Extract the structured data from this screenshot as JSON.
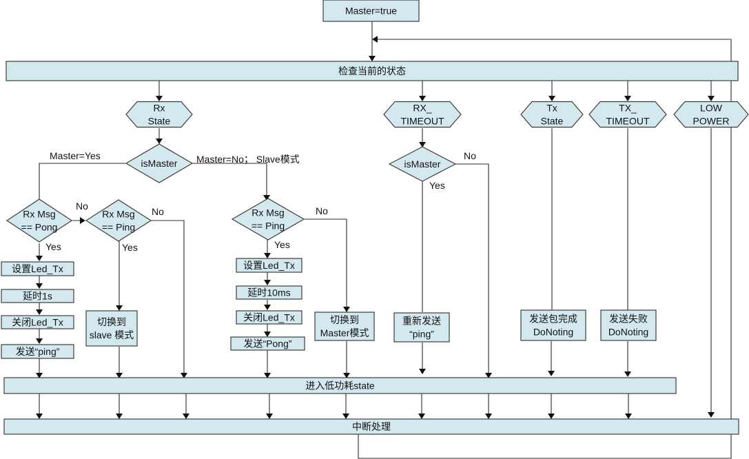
{
  "diagram": {
    "colors": {
      "node_fill": "#d3e9ef",
      "stroke": "#3c3c3c",
      "line": "#2b2b2b"
    },
    "start": {
      "label": "Master=true"
    },
    "check_state_bar": {
      "label": "检查当前的状态"
    },
    "low_power_bar": {
      "label": "进入低功耗state"
    },
    "interrupt_bar": {
      "label": "中断处理"
    },
    "states": [
      {
        "id": "rx",
        "lines": [
          "Rx",
          "State"
        ]
      },
      {
        "id": "rx_timeout",
        "lines": [
          "RX_",
          "TIMEOUT"
        ]
      },
      {
        "id": "tx",
        "lines": [
          "Tx",
          "State"
        ]
      },
      {
        "id": "tx_timeout",
        "lines": [
          "TX_",
          "TIMEOUT"
        ]
      },
      {
        "id": "low_power",
        "lines": [
          "LOW",
          "POWER"
        ]
      }
    ],
    "decisions": [
      {
        "id": "rx_ismaster",
        "lines": [
          "isMaster"
        ]
      },
      {
        "id": "pong_check",
        "lines": [
          "Rx Msg",
          "== Pong"
        ]
      },
      {
        "id": "ping_check_master",
        "lines": [
          "Rx Msg",
          "== Ping"
        ]
      },
      {
        "id": "ping_check_slave",
        "lines": [
          "Rx Msg",
          "== Ping"
        ]
      },
      {
        "id": "rxto_ismaster",
        "lines": [
          "isMaster"
        ]
      }
    ],
    "processes": [
      {
        "id": "m_set_led",
        "lines": [
          "设置Led_Tx"
        ]
      },
      {
        "id": "m_delay",
        "lines": [
          "延时1s"
        ]
      },
      {
        "id": "m_close_led",
        "lines": [
          "关闭Led_Tx"
        ]
      },
      {
        "id": "m_send_ping",
        "lines": [
          "发送“ping”"
        ]
      },
      {
        "id": "to_slave",
        "lines": [
          "切换到",
          "slave 模式"
        ]
      },
      {
        "id": "s_set_led",
        "lines": [
          "设置Led_Tx"
        ]
      },
      {
        "id": "s_delay",
        "lines": [
          "延时10ms"
        ]
      },
      {
        "id": "s_close_led",
        "lines": [
          "关闭Led_Tx"
        ]
      },
      {
        "id": "s_send_pong",
        "lines": [
          "发送“Pong”"
        ]
      },
      {
        "id": "to_master",
        "lines": [
          "切换到",
          "Master模式"
        ]
      },
      {
        "id": "resend_ping",
        "lines": [
          "重新发送",
          "“ping”"
        ]
      },
      {
        "id": "tx_done",
        "lines": [
          "发送包完成",
          "DoNoting"
        ]
      },
      {
        "id": "tx_fail",
        "lines": [
          "发送失败",
          "DoNoting"
        ]
      }
    ],
    "edge_labels": {
      "master_yes": "Master=Yes",
      "master_no": "Master=No；  Slave模式",
      "pong_no": "No",
      "pong_yes": "Yes",
      "ping_m_no": "No",
      "ping_m_yes": "Yes",
      "ping_s_no": "No",
      "ping_s_yes": "Yes",
      "rxto_no": "No",
      "rxto_yes": "Yes"
    }
  }
}
